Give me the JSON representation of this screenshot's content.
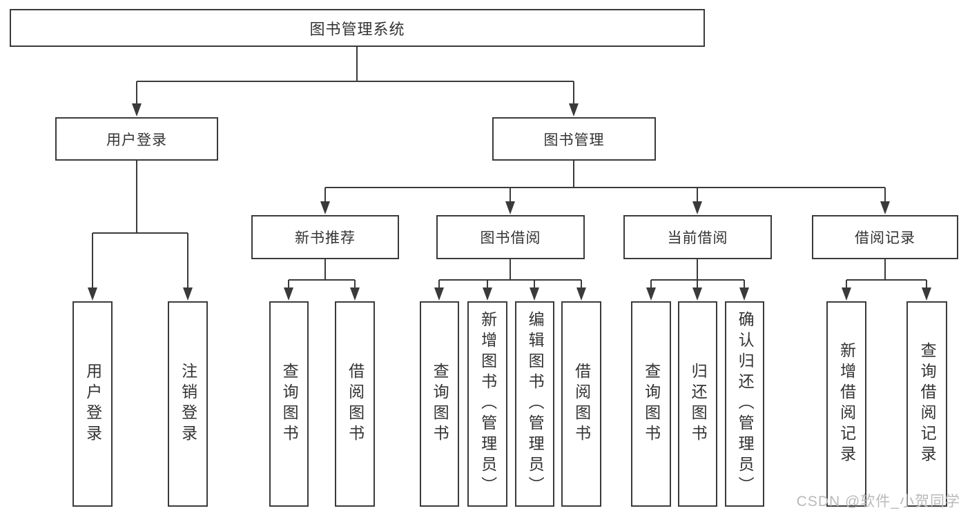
{
  "root": {
    "label": "图书管理系统"
  },
  "branches": {
    "userLogin": {
      "label": "用户登录",
      "leaves": [
        "用户登录",
        "注销登录"
      ]
    },
    "bookManagement": {
      "label": "图书管理",
      "children": {
        "newBooks": {
          "label": "新书推荐",
          "leaves": [
            "查询图书",
            "借阅图书"
          ]
        },
        "bookBorrow": {
          "label": "图书借阅",
          "leaves": [
            "查询图书",
            "新增图书（管理员）",
            "编辑图书（管理员）",
            "借阅图书"
          ]
        },
        "currentBorrow": {
          "label": "当前借阅",
          "leaves": [
            "查询图书",
            "归还图书",
            "确认归还（管理员）"
          ]
        },
        "borrowRecords": {
          "label": "借阅记录",
          "leaves": [
            "新增借阅记录",
            "查询借阅记录"
          ]
        }
      }
    }
  },
  "watermark": {
    "text": "CSDN @软件_小贺同学"
  },
  "colors": {
    "line": "#3a3a3a",
    "text": "#333333",
    "background": "#ffffff",
    "watermark": "#b9b9b9"
  }
}
